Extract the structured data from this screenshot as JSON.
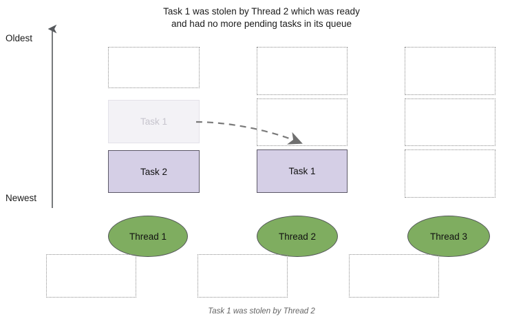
{
  "title": "Task 1 was stolen by Thread 2 which was ready\nand had no more pending tasks in its queue",
  "caption": "Task 1 was stolen by Thread 2",
  "axis": {
    "top_label": "Oldest",
    "bottom_label": "Newest",
    "direction": "up-arrow"
  },
  "colors": {
    "task_fill": "#d5cfe6",
    "task_border": "#5b5766",
    "ghost_fill": "#f3f2f6",
    "ghost_text": "#c6c4cd",
    "thread_fill": "#7fad60",
    "thread_border": "#54575a",
    "dotted_border": "#8a8a8a",
    "arrow": "#7a7a7a",
    "caption_text": "#636363",
    "title_text": "#1a1a1a"
  },
  "columns": [
    {
      "thread": "Thread 1",
      "slots": [
        {
          "kind": "empty",
          "label": ""
        },
        {
          "kind": "ghost",
          "label": "Task 1"
        },
        {
          "kind": "task",
          "label": "Task 2"
        }
      ]
    },
    {
      "thread": "Thread 2",
      "slots": [
        {
          "kind": "empty",
          "label": ""
        },
        {
          "kind": "empty",
          "label": ""
        },
        {
          "kind": "task",
          "label": "Task 1"
        }
      ]
    },
    {
      "thread": "Thread 3",
      "slots": [
        {
          "kind": "empty",
          "label": ""
        },
        {
          "kind": "empty",
          "label": ""
        },
        {
          "kind": "empty",
          "label": ""
        }
      ]
    }
  ],
  "bottom_slots": [
    {
      "label": ""
    },
    {
      "label": ""
    },
    {
      "label": ""
    }
  ],
  "arrow": {
    "name": "steal-arrow",
    "style": "dashed-curved",
    "from": "column-1 ghost Task 1",
    "to": "column-2 Task 1"
  }
}
